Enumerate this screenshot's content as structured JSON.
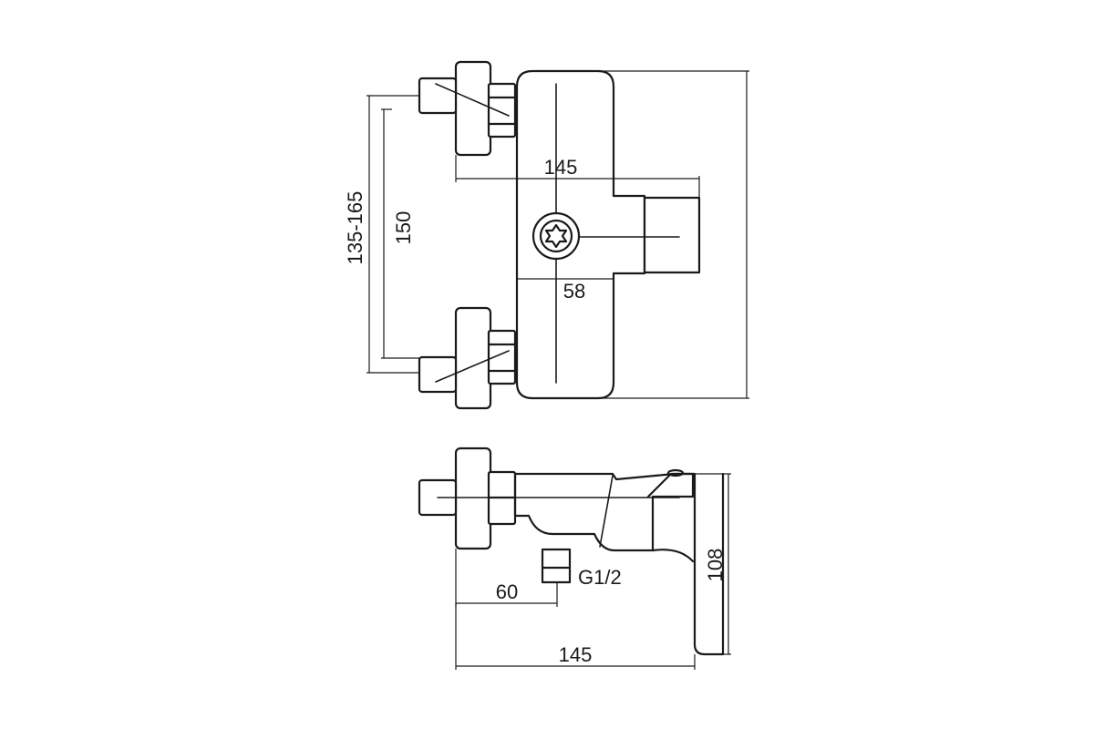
{
  "dimensions": {
    "top_width": "145",
    "inlet_spacing": "58",
    "connection_range": "135-165",
    "connection_center": "150",
    "side_offset": "60",
    "thread": "G1/2",
    "side_height": "108",
    "side_width": "145"
  }
}
